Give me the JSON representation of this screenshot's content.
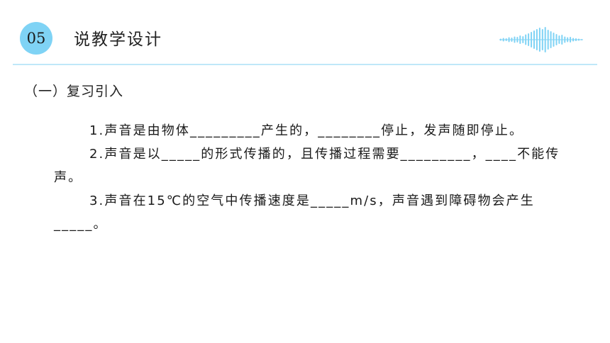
{
  "header": {
    "badge": "05",
    "title": "说教学设计",
    "accent_color": "#7fd3f5",
    "icon": "sound-wave-icon"
  },
  "section": {
    "title": "（一）复习引入"
  },
  "questions": [
    "1.声音是由物体_________产生的，________停止，发声随即停止。",
    "2.声音是以_____的形式传播的，且传播过程需要_________，____不能传声。",
    "3.声音在15℃的空气中传播速度是_____m/s，声音遇到障碍物会产生_____。"
  ]
}
